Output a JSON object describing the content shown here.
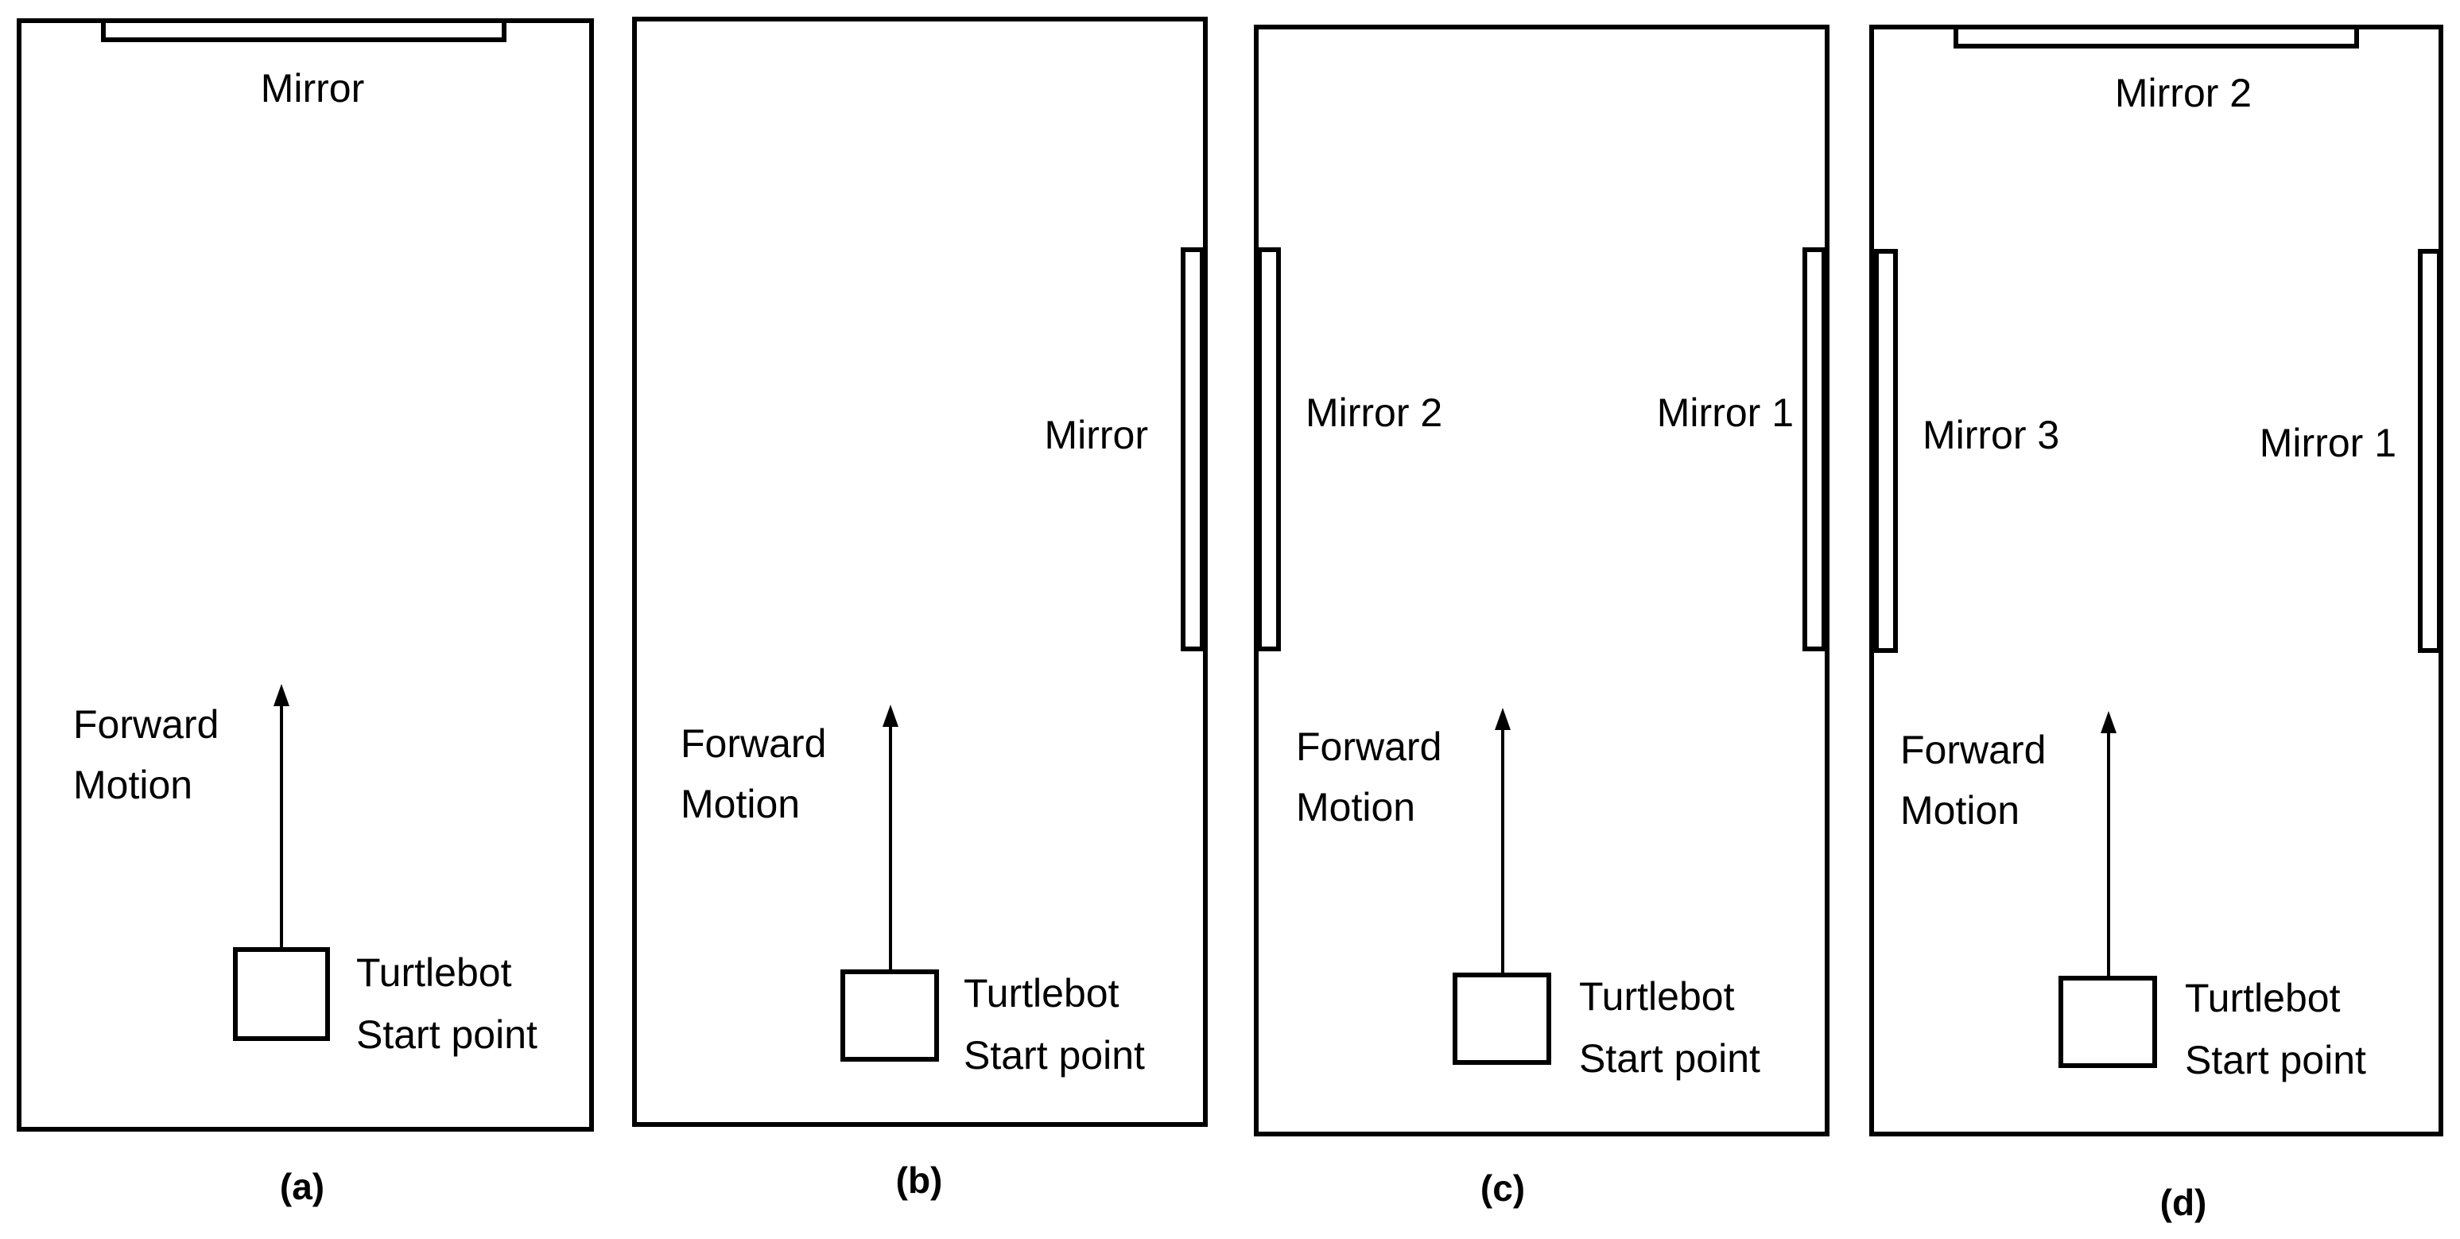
{
  "colors": {
    "stroke": "#000000",
    "background": "#ffffff"
  },
  "panels": [
    {
      "caption": "(a)",
      "mirrors": [
        {
          "label": "Mirror"
        }
      ],
      "motion_label": [
        "Forward",
        "Motion"
      ],
      "robot_label": [
        "Turtlebot",
        "Start point"
      ]
    },
    {
      "caption": "(b)",
      "mirrors": [
        {
          "label": "Mirror"
        }
      ],
      "motion_label": [
        "Forward",
        "Motion"
      ],
      "robot_label": [
        "Turtlebot",
        "Start point"
      ]
    },
    {
      "caption": "(c)",
      "mirrors": [
        {
          "label": "Mirror 2"
        },
        {
          "label": "Mirror 1"
        }
      ],
      "motion_label": [
        "Forward",
        "Motion"
      ],
      "robot_label": [
        "Turtlebot",
        "Start point"
      ]
    },
    {
      "caption": "(d)",
      "mirrors": [
        {
          "label": "Mirror 2"
        },
        {
          "label": "Mirror 3"
        },
        {
          "label": "Mirror 1"
        }
      ],
      "motion_label": [
        "Forward",
        "Motion"
      ],
      "robot_label": [
        "Turtlebot",
        "Start point"
      ]
    }
  ]
}
